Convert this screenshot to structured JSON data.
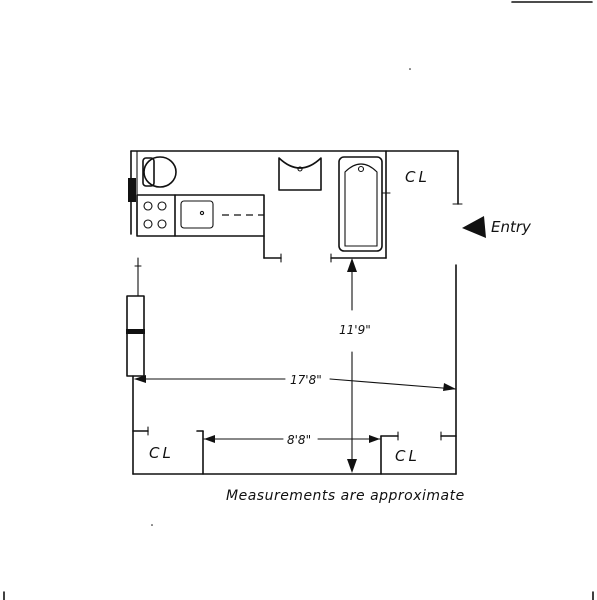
{
  "labels": {
    "closet_top_right": "CL",
    "closet_bottom_left": "CL",
    "closet_bottom_right": "CL",
    "entry": "Entry",
    "height_dimension": "11'9\"",
    "width_dimension": "17'8\"",
    "closet_gap_dimension": "8'8\"",
    "note": "Measurements are approximate"
  }
}
